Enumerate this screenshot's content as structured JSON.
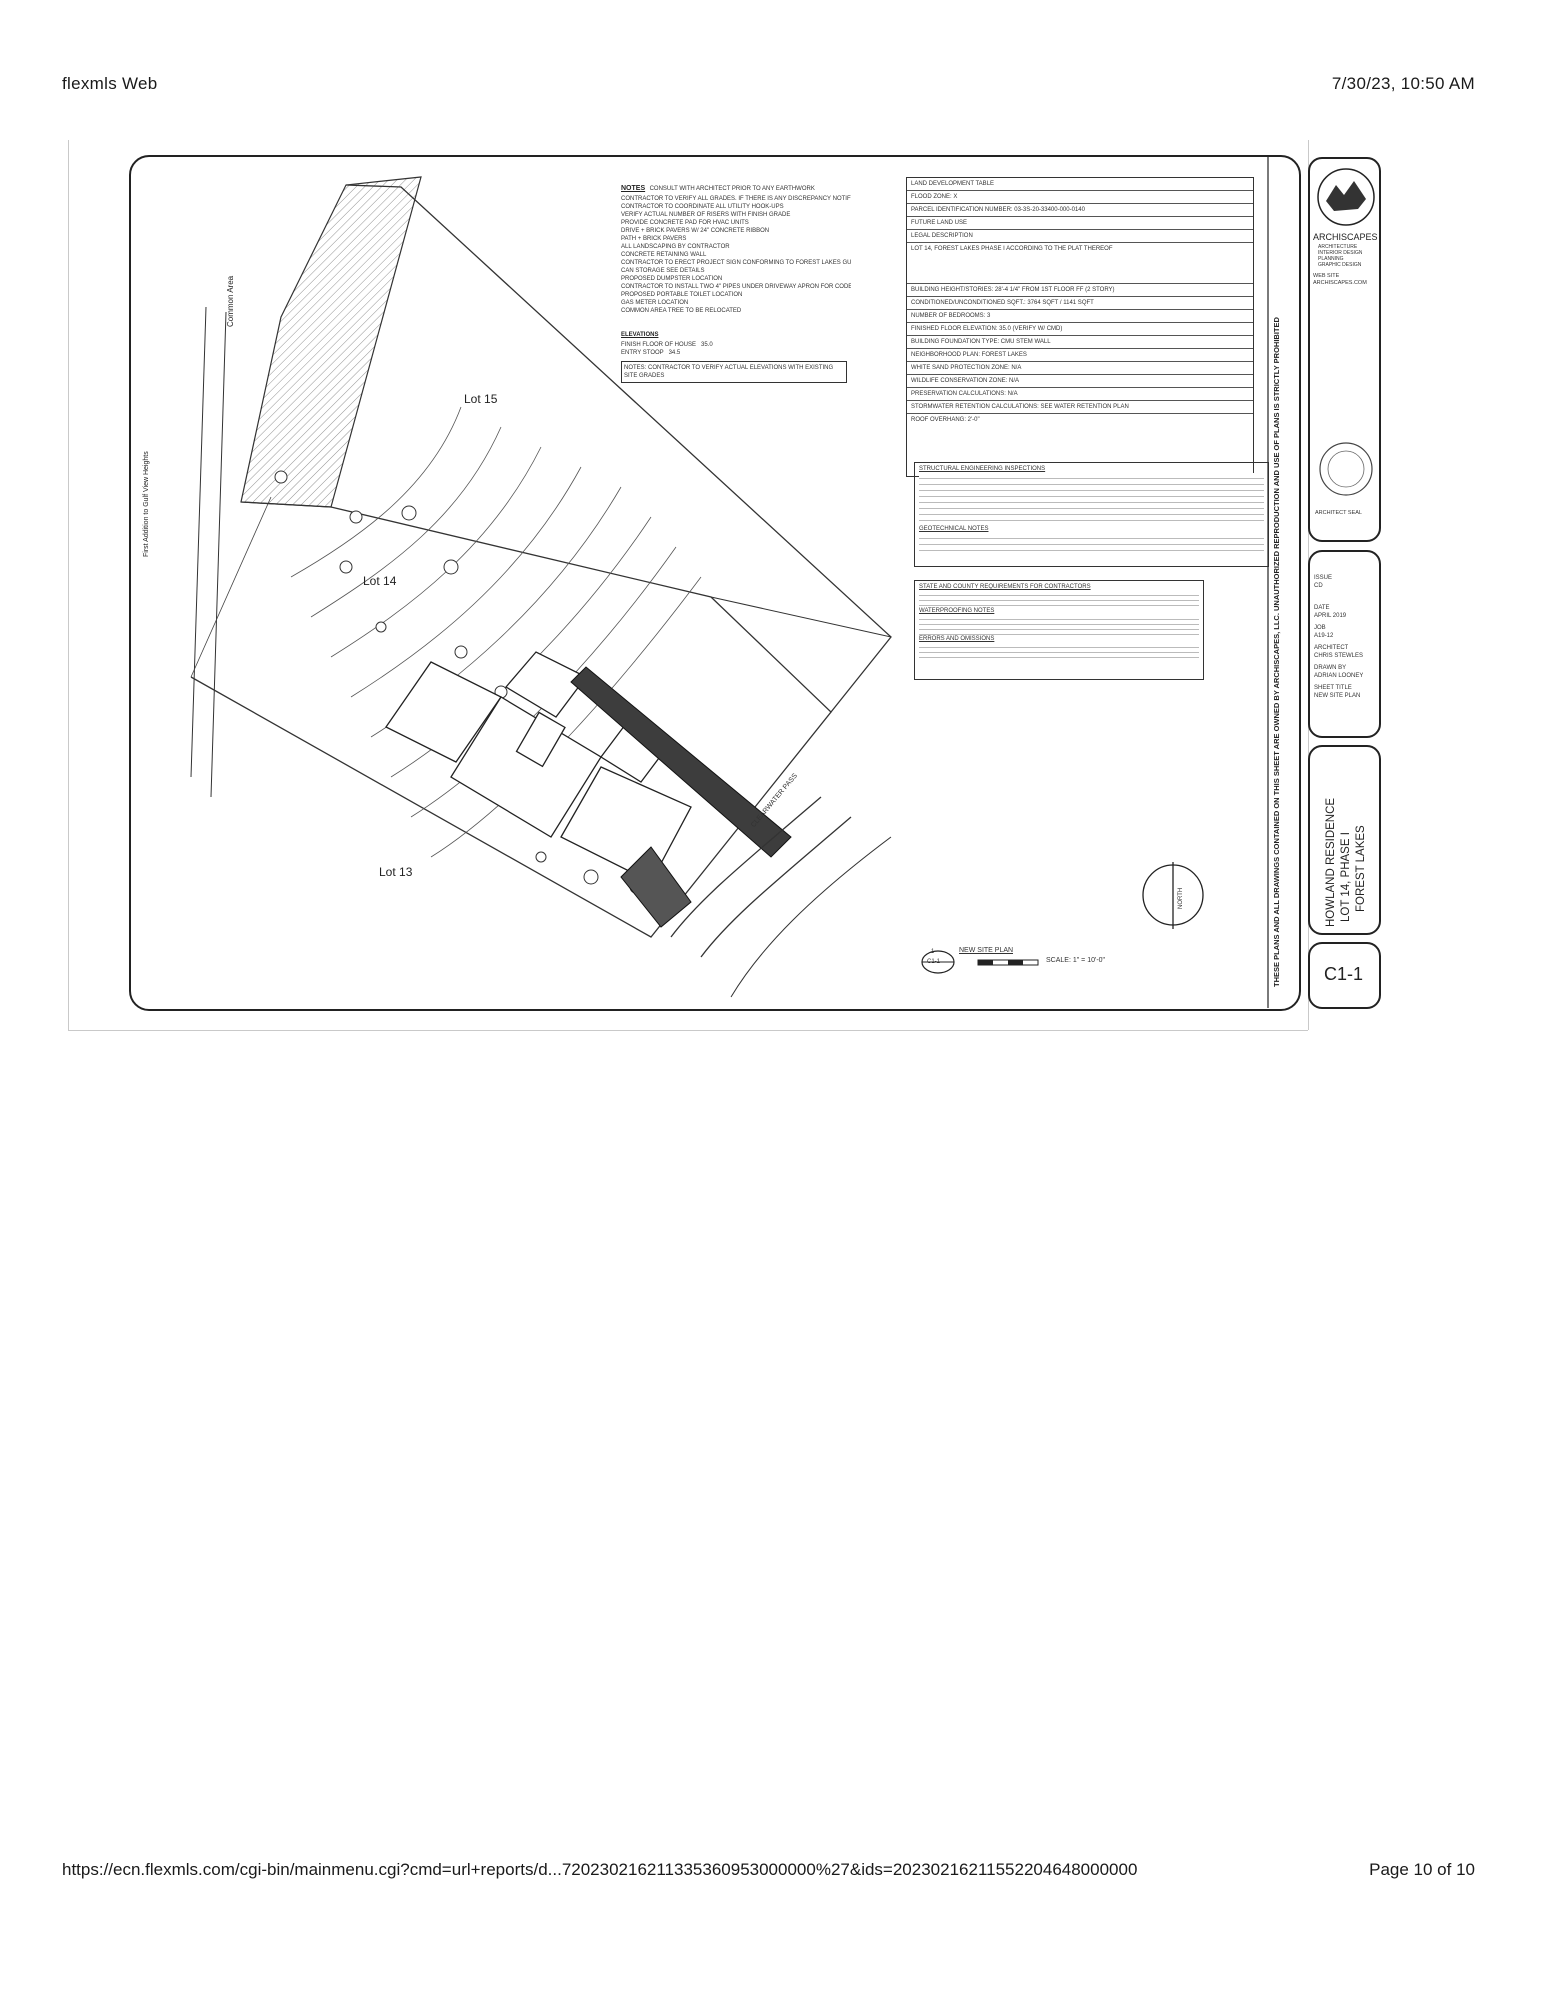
{
  "header": {
    "app_name": "flexmls Web",
    "timestamp": "7/30/23, 10:50 AM"
  },
  "footer": {
    "url": "https://ecn.flexmls.com/cgi-bin/mainmenu.cgi?cmd=url+reports/d...720230216211335360953000000%27&ids=20230216211552204648000000",
    "page": "Page 10 of 10"
  },
  "drawing": {
    "lots": [
      "Lot 15",
      "Lot 14",
      "Lot 13"
    ],
    "common_area": "Common Area",
    "plat_note": "First Addition to Gulf View Heights",
    "notes_title": "NOTES",
    "notes_subtitle": "CONSULT WITH ARCHITECT PRIOR TO ANY EARTHWORK",
    "notes": [
      "CONTRACTOR TO VERIFY ALL GRADES. IF THERE IS ANY DISCREPANCY NOTIFY ARCHITECT",
      "CONTRACTOR TO COORDINATE ALL UTILITY HOOK-UPS",
      "VERIFY ACTUAL NUMBER OF RISERS WITH FINISH GRADE",
      "PROVIDE CONCRETE PAD FOR HVAC UNITS",
      "DRIVE + BRICK PAVERS W/ 24\" CONCRETE RIBBON",
      "PATH + BRICK PAVERS",
      "ALL LANDSCAPING BY CONTRACTOR",
      "CONCRETE RETAINING WALL",
      "CONTRACTOR TO ERECT PROJECT SIGN CONFORMING TO FOREST LAKES GUIDELINES",
      "CAN STORAGE SEE DETAILS",
      "PROPOSED DUMPSTER LOCATION",
      "CONTRACTOR TO INSTALL TWO 4\" PIPES UNDER DRIVEWAY APRON FOR CODE",
      "PROPOSED PORTABLE TOILET LOCATION",
      "GAS METER LOCATION",
      "COMMON AREA TREE TO BE RELOCATED"
    ],
    "elevations_title": "ELEVATIONS",
    "elevations": [
      {
        "label": "FINISH FLOOR OF HOUSE",
        "value": "35.0"
      },
      {
        "label": "ENTRY STOOP",
        "value": "34.5"
      }
    ],
    "elevation_note": "NOTES: CONTRACTOR TO VERIFY ACTUAL ELEVATIONS WITH EXISTING SITE GRADES",
    "land_table_title": "LAND DEVELOPMENT TABLE",
    "land_table": [
      "FLOOD ZONE: X",
      "PARCEL IDENTIFICATION NUMBER: 03-3S-20-33400-000-0140",
      "FUTURE LAND USE",
      "LEGAL DESCRIPTION",
      "LOT 14, FOREST LAKES PHASE I ACCORDING TO THE PLAT THEREOF",
      "BUILDING HEIGHT/STORIES: 28'-4 1/4\" FROM 1ST FLOOR FF (2 STORY)",
      "CONDITIONED/UNCONDITIONED SQFT.: 3764 SQFT / 1141 SQFT",
      "NUMBER OF BEDROOMS: 3",
      "FINISHED FLOOR ELEVATION: 35.0 (VERIFY W/ CMD)",
      "BUILDING FOUNDATION TYPE: CMU STEM WALL",
      "NEIGHBORHOOD PLAN: FOREST LAKES",
      "WHITE SAND PROTECTION ZONE: N/A",
      "WILDLIFE CONSERVATION ZONE: N/A",
      "PRESERVATION CALCULATIONS: N/A",
      "STORMWATER RETENTION CALCULATIONS: SEE WATER RETENTION PLAN",
      "ROOF OVERHANG: 2'-0\""
    ],
    "structural_title": "STRUCTURAL ENGINEERING INSPECTIONS",
    "geotech_title": "GEOTECHNICAL NOTES",
    "state_title": "STATE AND COUNTY REQUIREMENTS FOR CONTRACTORS",
    "waterproof_title": "WATERPROOFING NOTES",
    "errors_title": "ERRORS AND OMISSIONS",
    "plan_label": "NEW SITE PLAN",
    "plan_ref": "C1-1",
    "plan_num": "1",
    "scale_text": "SCALE: 1\" = 10'-0\"",
    "north": "NORTH",
    "street": "CLEARWATER PASS",
    "disclaimer": "THESE PLANS AND ALL DRAWINGS CONTAINED ON THIS SHEET ARE OWNED BY ARCHISCAPES, LLC. UNAUTHORIZED REPRODUCTION AND USE OF PLANS IS STRICTLY PROHIBITED"
  },
  "title_block": {
    "firm": "ARCHISCAPES",
    "firm_lines": [
      "ARCHITECTURE",
      "INTERIOR DESIGN",
      "PLANNING",
      "GRAPHIC DESIGN"
    ],
    "web_label": "WEB SITE",
    "web": "ARCHISCAPES.COM",
    "architect_seal": "ARCHITECT SEAL",
    "issue_label": "ISSUE",
    "issue_value": "CD",
    "date_label": "DATE",
    "date_value": "APRIL 2019",
    "job_label": "JOB",
    "job_value": "A19-12",
    "architect_label": "ARCHITECT",
    "architect_value": "CHRIS STEWLES",
    "drawn_label": "DRAWN BY",
    "drawn_value": "ADRIAN LOONEY",
    "sheet_title_label": "SHEET TITLE",
    "sheet_title_value": "NEW SITE PLAN",
    "project_lines": [
      "HOWLAND RESIDENCE",
      "LOT 14, PHASE I",
      "FOREST LAKES"
    ],
    "sheet_number": "C1-1"
  }
}
